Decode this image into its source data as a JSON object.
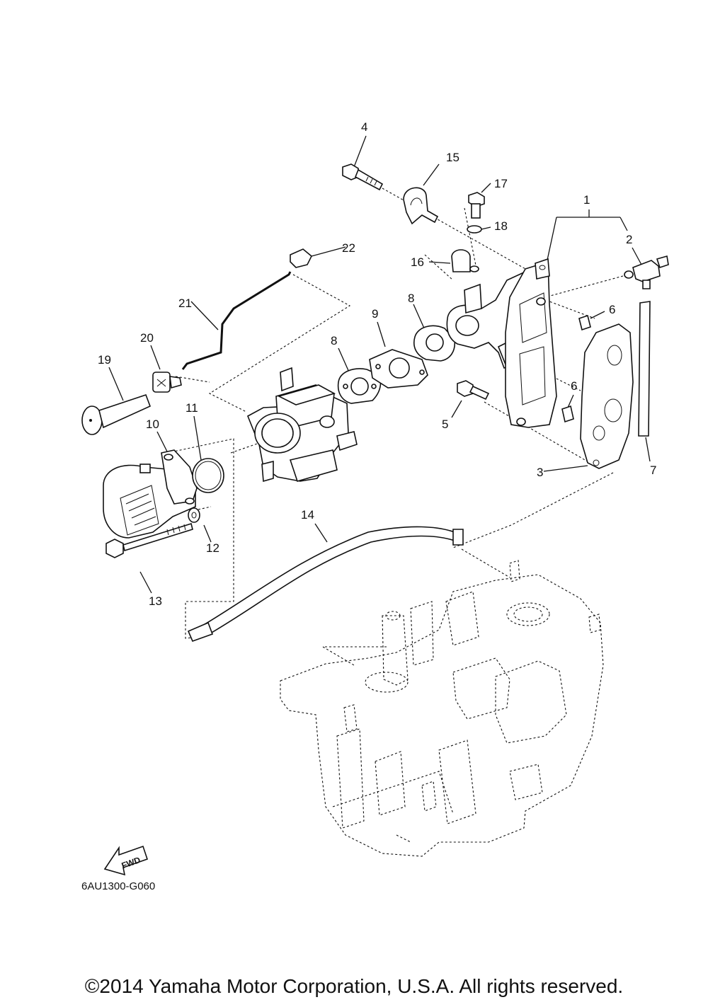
{
  "callouts": [
    {
      "id": "1",
      "label": "1"
    },
    {
      "id": "2",
      "label": "2"
    },
    {
      "id": "3",
      "label": "3"
    },
    {
      "id": "4",
      "label": "4"
    },
    {
      "id": "5",
      "label": "5"
    },
    {
      "id": "6a",
      "label": "6"
    },
    {
      "id": "6b",
      "label": "6"
    },
    {
      "id": "7",
      "label": "7"
    },
    {
      "id": "8a",
      "label": "8"
    },
    {
      "id": "8b",
      "label": "8"
    },
    {
      "id": "9",
      "label": "9"
    },
    {
      "id": "10",
      "label": "10"
    },
    {
      "id": "11",
      "label": "11"
    },
    {
      "id": "12",
      "label": "12"
    },
    {
      "id": "13",
      "label": "13"
    },
    {
      "id": "14",
      "label": "14"
    },
    {
      "id": "15",
      "label": "15"
    },
    {
      "id": "16",
      "label": "16"
    },
    {
      "id": "17",
      "label": "17"
    },
    {
      "id": "18",
      "label": "18"
    },
    {
      "id": "19",
      "label": "19"
    },
    {
      "id": "20",
      "label": "20"
    },
    {
      "id": "21",
      "label": "21"
    },
    {
      "id": "22",
      "label": "22"
    }
  ],
  "fwd_label": "FWD",
  "diagram_code": "6AU1300-G060",
  "copyright": "©2014 Yamaha Motor Corporation, U.S.A. All rights reserved."
}
